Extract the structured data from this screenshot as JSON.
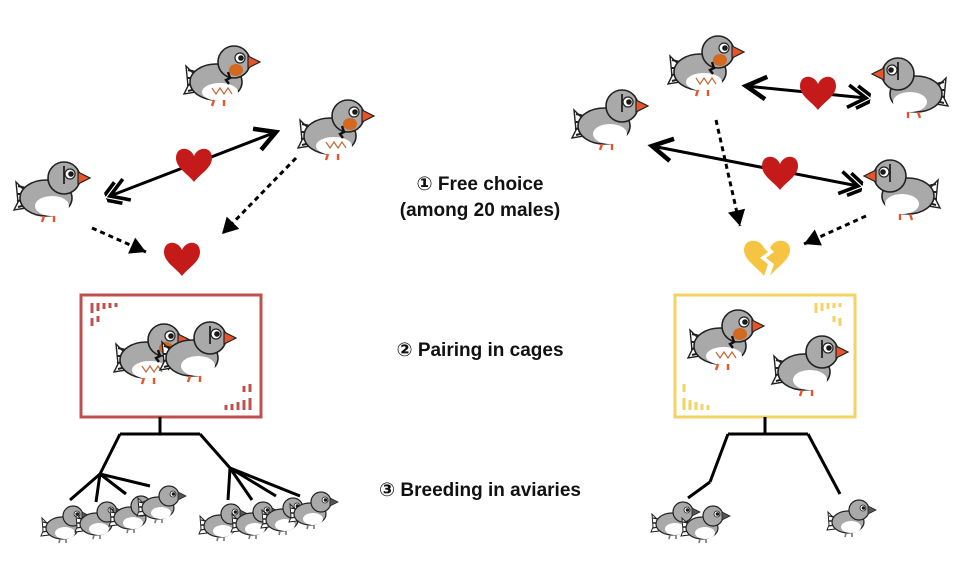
{
  "steps": {
    "step1_line1": "① Free choice",
    "step1_line2": "(among 20 males)",
    "step2": "② Pairing in cages",
    "step3": "③ Breeding in aviaries"
  },
  "colors": {
    "heart": "#c41a1a",
    "broken_heart": "#f6c443",
    "cage_left": "#c0504d",
    "cage_right": "#f5d264",
    "bird_body": "#a9a9a9",
    "beak": "#e8542a",
    "cheek": "#d2691e",
    "line": "#000000"
  },
  "icons": {
    "bird": "zebra-finch-icon",
    "heart": "heart-icon",
    "broken_heart": "broken-heart-icon",
    "cage": "cage-icon"
  }
}
